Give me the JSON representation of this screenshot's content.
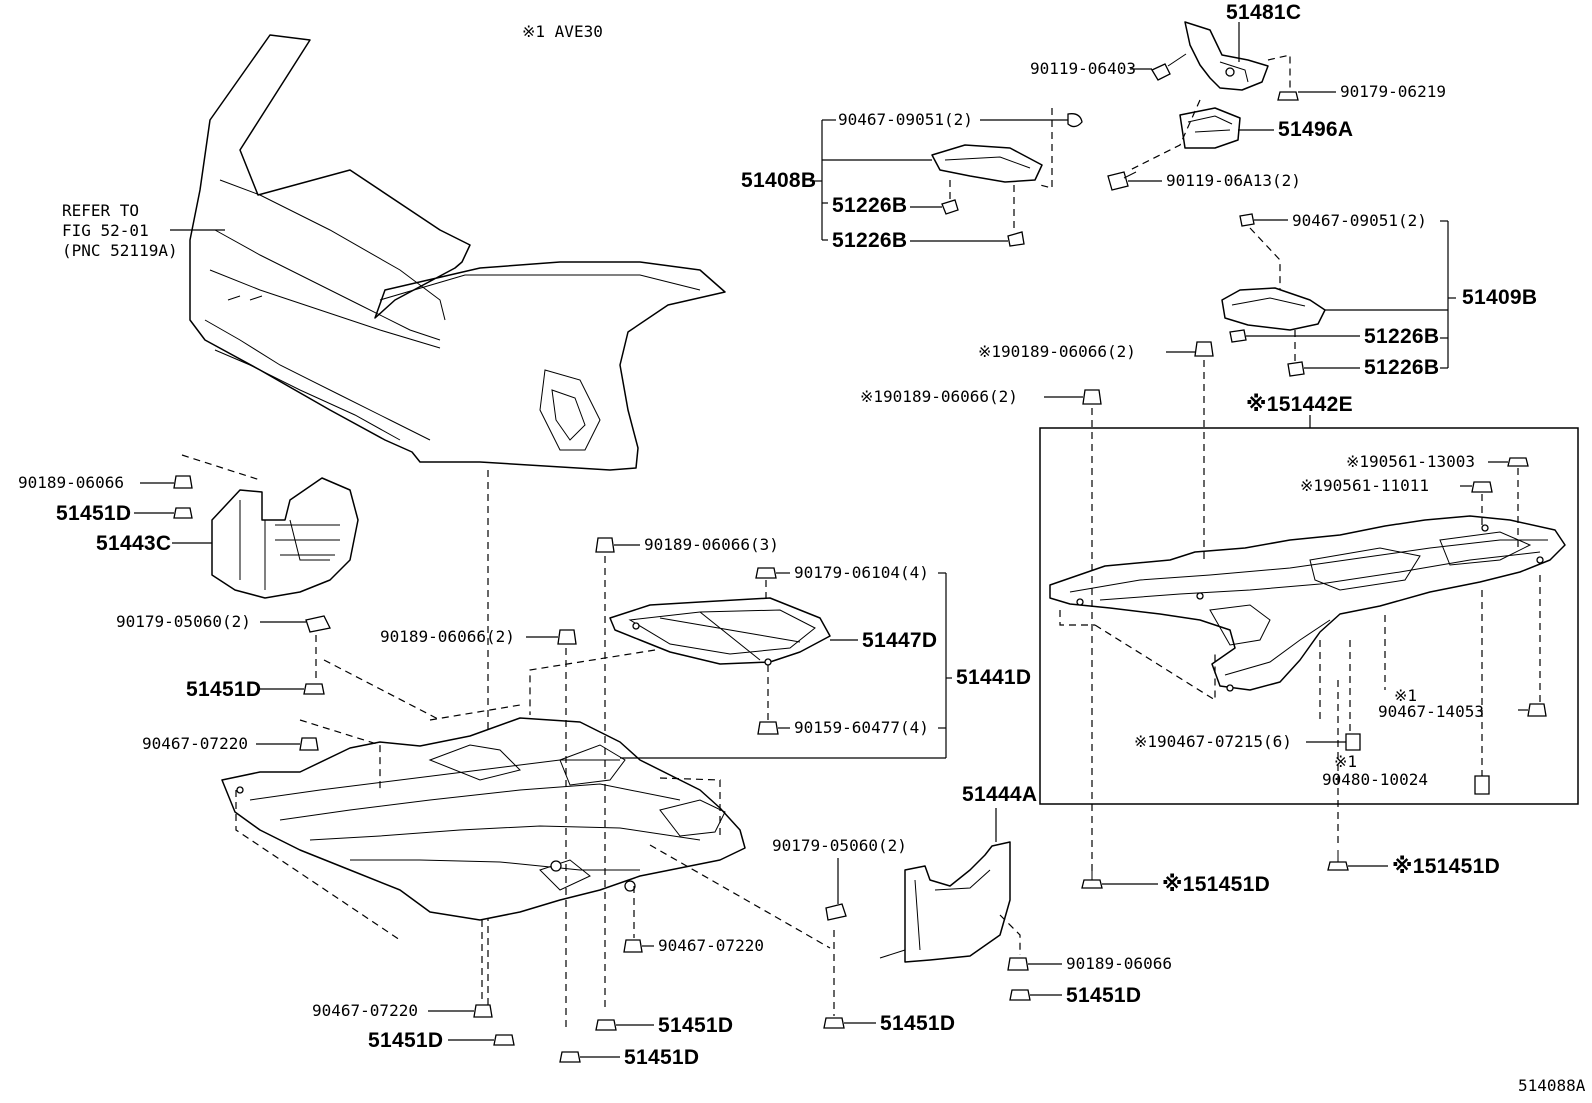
{
  "header_note": "※1 AVE30",
  "figure_code": "514088A",
  "refer_note": [
    "REFER TO",
    "FIG 52-01",
    "(PNC 52119A)"
  ],
  "labels": {
    "p51481C": "51481C",
    "p90119_06403": "90119-06403",
    "p90179_06219": "90179-06219",
    "p90467_09051_a": "90467-09051(2)",
    "p51496A": "51496A",
    "p51408B": "51408B",
    "p51226B_a": "51226B",
    "p51226B_b": "51226B",
    "p90119_06A13": "90119-06A13(2)",
    "p90467_09051_b": "90467-09051(2)",
    "p51409B": "51409B",
    "p51226B_c": "51226B",
    "p51226B_d": "51226B",
    "p190189_06066_a": "※190189-06066(2)",
    "p190189_06066_b": "※190189-06066(2)",
    "p151442E": "※151442E",
    "p190561_13003": "※190561-13003",
    "p190561_11011": "※190561-11011",
    "p90189_06066_l": "90189-06066",
    "p51451D_l1": "51451D",
    "p51443C": "51443C",
    "p90179_05060_l": "90179-05060(2)",
    "p51451D_l2": "51451D",
    "p90467_07220_l": "90467-07220",
    "p90189_06066_3": "90189-06066(3)",
    "p90179_06104": "90179-06104(4)",
    "p51447D": "51447D",
    "p90189_06066_2": "90189-06066(2)",
    "p51441D": "51441D",
    "p90159_60477": "90159-60477(4)",
    "p1_mark_a": "※1",
    "p90467_14053": "90467-14053",
    "p190467_07215": "※190467-07215(6)",
    "p1_mark_b": "※1",
    "p90480_10024": "90480-10024",
    "p51444A": "51444A",
    "p90179_05060_m": "90179-05060(2)",
    "p90467_07220_m": "90467-07220",
    "p90189_06066_m": "90189-06066",
    "p51451D_m1": "51451D",
    "p90467_07220_b": "90467-07220",
    "p51451D_b1": "51451D",
    "p51451D_b2": "51451D",
    "p51451D_b3": "51451D",
    "p51451D_b4": "51451D",
    "p151451D_r1": "※151451D",
    "p151451D_r2": "※151451D"
  }
}
